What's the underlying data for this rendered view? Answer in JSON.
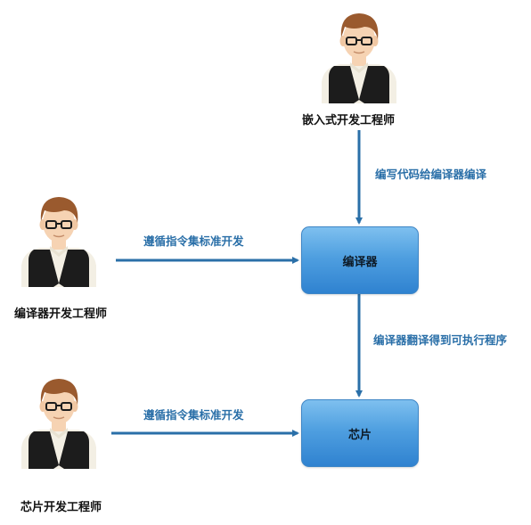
{
  "colors": {
    "arrow": "#2a6fa8",
    "edge_label": "#2a6fa8",
    "box_top": "#7ec0ef",
    "box_bottom": "#2f82d0",
    "hair": "#9a5a2e",
    "vest": "#1c1c1c",
    "shirt": "#f3efe4",
    "skin": "#f6d3b3"
  },
  "people": {
    "embedded": {
      "label": "嵌入式开发工程师",
      "icon": "engineer-avatar-icon"
    },
    "compiler_dev": {
      "label": "编译器开发工程师",
      "icon": "engineer-avatar-icon"
    },
    "chip_dev": {
      "label": "芯片开发工程师",
      "icon": "engineer-avatar-icon"
    }
  },
  "nodes": {
    "compiler": {
      "label": "编译器"
    },
    "chip": {
      "label": "芯片"
    }
  },
  "edges": {
    "embedded_to_compiler": {
      "label": "编写代码给编译器编译"
    },
    "compiler_dev_to_compiler": {
      "label": "遵循指令集标准开发"
    },
    "compiler_to_chip": {
      "label": "编译器翻译得到可执行程序"
    },
    "chip_dev_to_chip": {
      "label": "遵循指令集标准开发"
    }
  }
}
